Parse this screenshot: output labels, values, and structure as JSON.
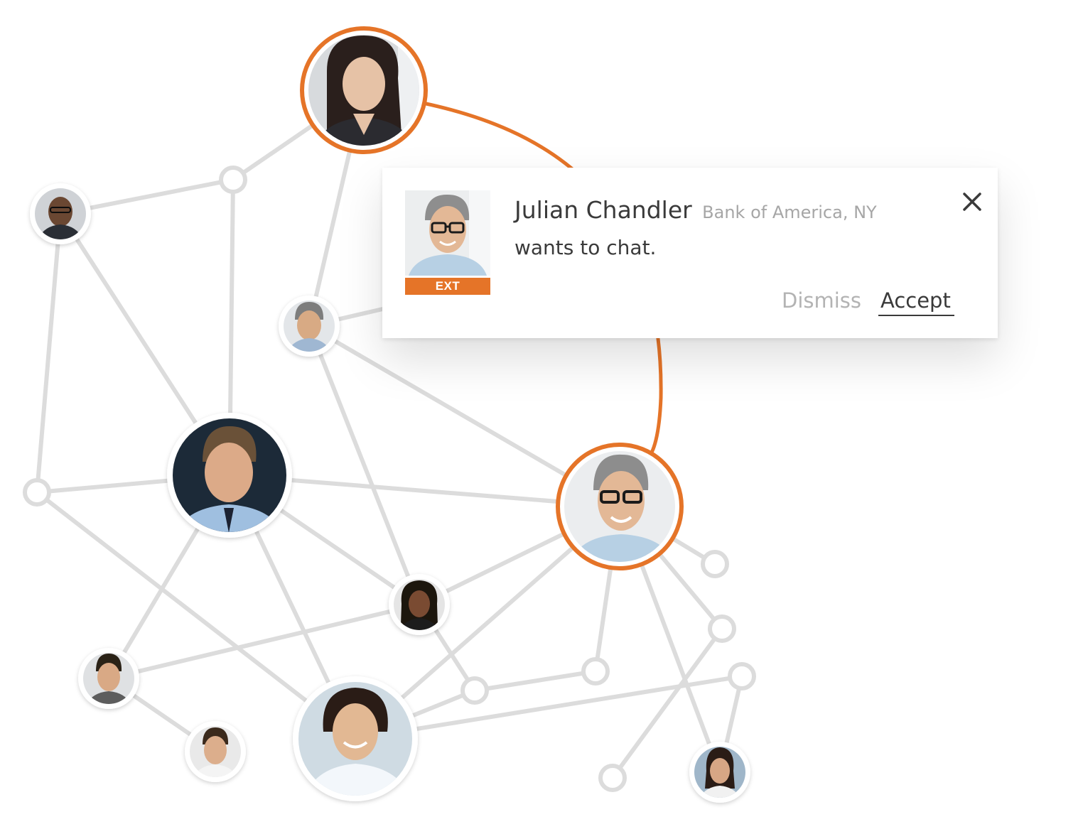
{
  "notification": {
    "sender_name": "Julian Chandler",
    "sender_org": "Bank of America, NY",
    "message": "wants to chat.",
    "badge": "EXT",
    "dismiss_label": "Dismiss",
    "accept_label": "Accept",
    "close_icon": "close-icon"
  },
  "colors": {
    "accent": "#e57428",
    "edge": "#dcdcdc",
    "text_primary": "#3a3a3a",
    "text_muted": "#a6a6a6"
  }
}
